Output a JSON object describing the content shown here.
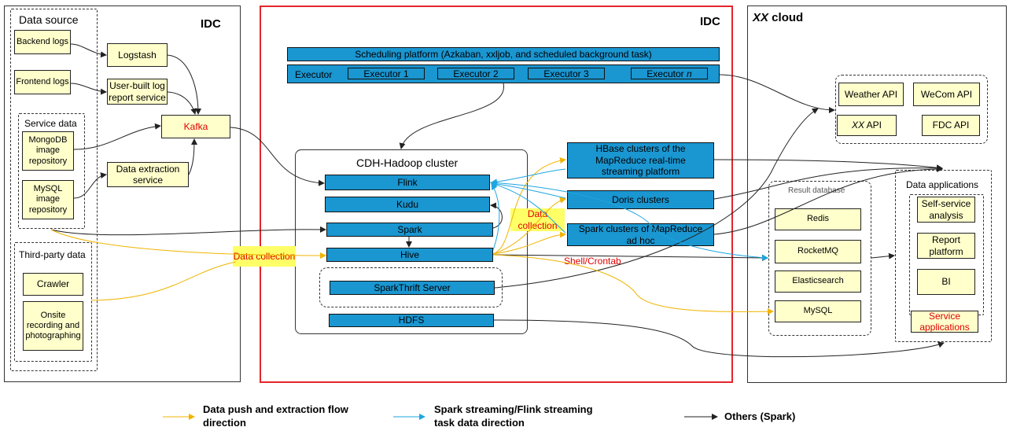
{
  "panels": {
    "left_idc": "IDC",
    "center_idc": "IDC",
    "cloud_prefix": "XX",
    "cloud_suffix": " cloud"
  },
  "data_source": {
    "title": "Data source",
    "backend_logs": "Backend logs",
    "frontend_logs": "Frontend logs",
    "service_data_title": "Service data",
    "mongodb": "MongoDB image repository",
    "mysql_repo": "MySQL image repository",
    "third_party_title": "Third-party data",
    "crawler": "Crawler",
    "onsite": "Onsite recording and photographing"
  },
  "ingest": {
    "logstash": "Logstash",
    "user_log": "User-built log report service",
    "kafka": "Kafka",
    "extraction": "Data extraction service"
  },
  "scheduling": {
    "platform": "Scheduling platform (Azkaban, xxljob, and scheduled background task)",
    "executor_label": "Executor",
    "executors": [
      "Executor 1",
      "Executor 2",
      "Executor 3"
    ],
    "executor_n_prefix": "Executor ",
    "executor_n_suffix": "n"
  },
  "cdh": {
    "title": "CDH-Hadoop cluster",
    "flink": "Flink",
    "kudu": "Kudu",
    "spark": "Spark",
    "hive": "Hive",
    "sparkthrift": "SparkThrift Server",
    "hdfs": "HDFS"
  },
  "clusters": {
    "hbase": "HBase clusters of the MapReduce real-time streaming platform",
    "doris": "Doris clusters",
    "spark_adhoc": "Spark clusters of MapReduce ad hoc"
  },
  "labels": {
    "data_collection_left": "Data collection",
    "data_collection_mid": "Data collection",
    "shell_crontab": "Shell/Crontab"
  },
  "apis": {
    "weather": "Weather API",
    "wecom": "WeCom API",
    "xx_prefix": "XX",
    "xx_suffix": " API",
    "fdc": "FDC API"
  },
  "result_db": {
    "title": "Result database",
    "items": [
      "Redis",
      "RocketMQ",
      "Elasticsearch",
      "MySQL"
    ]
  },
  "data_apps": {
    "title": "Data applications",
    "self_service": "Self-service analysis",
    "report": "Report platform",
    "bi": "BI",
    "service_apps": "Service applications"
  },
  "legend": {
    "yellow": "Data push and extraction flow direction",
    "blue": "Spark streaming/Flink streaming task data direction",
    "black": "Others (Spark)"
  },
  "colors": {
    "yellow_arrow": "#f0b400",
    "blue_arrow": "#1ea6e0",
    "black_arrow": "#222222",
    "box_blue": "#1a96d1",
    "box_yellow": "#ffffcc",
    "idc_border": "#e3262b"
  }
}
